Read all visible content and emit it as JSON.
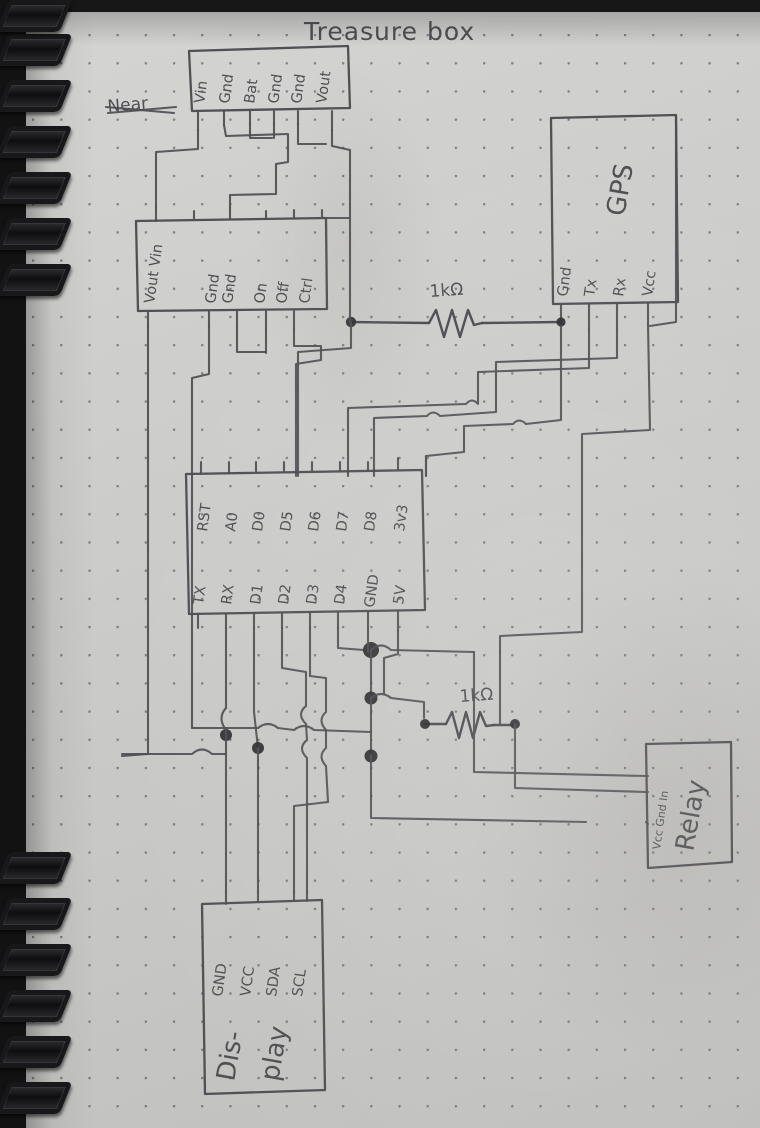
{
  "page": {
    "title": "Treasure box",
    "medium": "hand-drawn pencil schematic on dot-grid spiral notebook paper",
    "struck_out_note": "Near"
  },
  "components": [
    {
      "id": "charger",
      "name": "charger-module",
      "label": "",
      "pins": [
        "Vin",
        "Gnd",
        "Bat",
        "Gnd",
        "Gnd",
        "Vout"
      ]
    },
    {
      "id": "power_switch",
      "name": "power-switch-module",
      "label": "",
      "pins": [
        "Vout",
        "Vin",
        "Gnd",
        "Gnd",
        "On",
        "Off",
        "Ctrl"
      ]
    },
    {
      "id": "gps",
      "name": "gps-module",
      "label": "GPS",
      "pins": [
        "Gnd",
        "Tx",
        "Rx",
        "Vcc"
      ]
    },
    {
      "id": "mcu",
      "name": "microcontroller",
      "label": "",
      "pins_top": [
        "RST",
        "A0",
        "D0",
        "D5",
        "D6",
        "D7",
        "D8",
        "3v3"
      ],
      "pins_bottom": [
        "TX",
        "RX",
        "D1",
        "D2",
        "D3",
        "D4",
        "GND",
        "5V"
      ]
    },
    {
      "id": "display",
      "name": "display-module",
      "label": "Dis- play",
      "label_line1": "Dis-",
      "label_line2": "play",
      "pins": [
        "GND",
        "VCC",
        "SDA",
        "SCL"
      ]
    },
    {
      "id": "relay",
      "name": "relay-module",
      "label": "Relay",
      "pins": [
        "Vcc",
        "Gnd",
        "In"
      ]
    }
  ],
  "resistors": [
    {
      "id": "r1",
      "value": "1kΩ",
      "near": "gps-rx-line"
    },
    {
      "id": "r2",
      "value": "1kΩ",
      "near": "relay-in-line"
    }
  ],
  "colors": {
    "paper": "#cdcdcb",
    "ink": "#4a4a4e",
    "grid_dot": "#2b2b2e",
    "binding": "#18181a"
  }
}
